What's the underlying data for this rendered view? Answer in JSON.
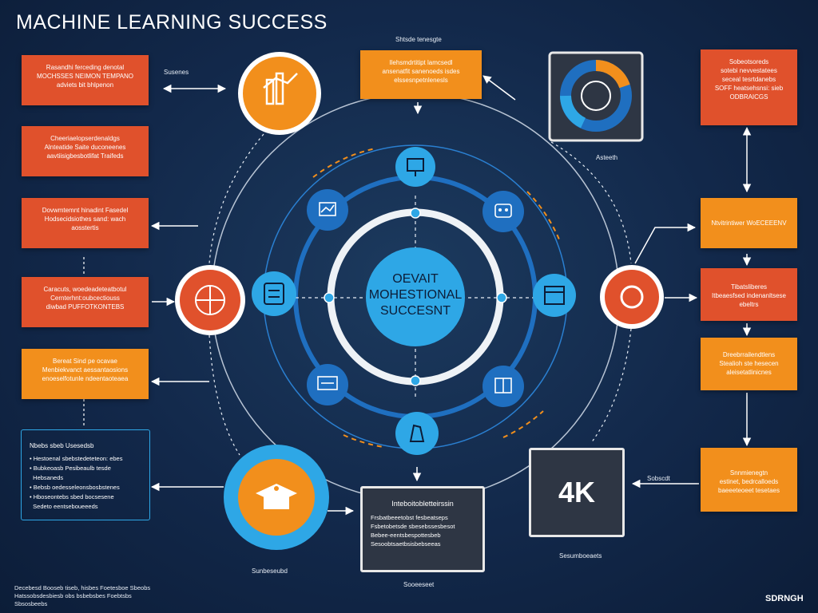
{
  "title": "MACHINE LEARNING SUCCESS",
  "center": {
    "lines": [
      "OEVAIT",
      "MOHESTIONAL",
      "SUCCESNT"
    ]
  },
  "center_icon": "graduation-cap-icon",
  "left_boxes": [
    {
      "color": "red",
      "lines": [
        "Rasandhi ferceding denotal",
        "MOCHSSES NEIMON TEMPANO",
        "adviets bit bhlpenon"
      ]
    },
    {
      "color": "red",
      "lines": [
        "Cheeriaelopserdenaldgs",
        "Alnteatide Saite duconeenes",
        "aavtiisigbesbotlifat Traifeds"
      ]
    },
    {
      "color": "red",
      "lines": [
        "Dovwmtemnt hinadint Fasedel",
        "Hodsecidsiothes sand: wach",
        "aosstertis"
      ]
    },
    {
      "color": "red",
      "lines": [
        "Caracuts, woedeadeteatbotul",
        "Cernterhnt:oubcectiouss",
        "diwbad PUFFOTKONTEBS"
      ]
    },
    {
      "color": "orange",
      "lines": [
        "Bereat Sind pe ocavae",
        "Menbiekvanct aessantaosions",
        "enoeselfotunle ndeentaoteaea"
      ]
    }
  ],
  "right_boxes": [
    {
      "color": "red",
      "lines": [
        "Sobeotsoreds",
        "sotebi nevvestatees",
        "seceal tesrtdanebs",
        "SOFF heatsehsnsi: sieb",
        "ODBRAICGS"
      ]
    },
    {
      "color": "orange",
      "lines": [
        "Ntvitrintiwer WoECEEENV"
      ]
    },
    {
      "color": "red",
      "lines": [
        "Tibatsliberes",
        "Itbeaesfsed indenanltsese",
        "ebeltrs"
      ]
    },
    {
      "color": "orange",
      "lines": [
        "Dreebrrailendtlens",
        "Stealioh ste hesecen",
        "aleisetatlinicnes"
      ]
    },
    {
      "color": "orange",
      "lines": [
        "Snnmienegtn",
        "estinet, bedrcalloeds",
        "baeeeteoeet tesetaes"
      ]
    }
  ],
  "top_orange": {
    "lines": [
      "Ilehsmdrtitipt lamcsedl",
      "ansenatfit sanenoeds isdes",
      "elssesnpetnlenesls"
    ]
  },
  "labels": {
    "top_center": "Shtsde tenesgte",
    "near_top_left": "Susenes",
    "right_monitor": "Asteeth",
    "right_arrow": "Sobscdt",
    "bottom_center": "Sooeeseet",
    "bottom_left": "Sunbeseubd",
    "bottom_right": "Sesumboeaets"
  },
  "monitor_4k": "4K",
  "list_box": {
    "heading": "Nbebs sbeb Usesedsb",
    "items": [
      "Hestoenal sbebstedeteteon: ebes",
      "Bubkeoasb Pesibeaulb tesde",
      "Hebsaneds",
      "Bebsb oedesseleonsbosbstenes",
      "Hboseontebs sbed bocsesene",
      "Sedeto eentseboueeeds"
    ]
  },
  "bottom_panel": {
    "heading": "Inteboitobletteirssin",
    "lines": [
      "Frsbatbeeetobst fesbeatseps",
      "Fsbetobetsde sbesebssesbesot",
      "Bebee-eentsbespottesbeb",
      "Sesoobtsaetbsisbebseeas"
    ]
  },
  "footer": [
    "Decebesd Booseb tiseb, hisbes Foetesboe Sbeobs",
    "Hatssobsdesbiesb obs bsbebsbes Foebtsbs",
    "Sbsosbeebs"
  ],
  "watermark": "SDRNGH",
  "colors": {
    "background": "#12284a",
    "red": "#e0512c",
    "orange": "#f28f1c",
    "blue": "#2ea7e6",
    "dark_blue": "#1f6fc0"
  },
  "ring_icons": [
    "presentation-icon",
    "bar-chart-icon",
    "robot-icon",
    "face-icon",
    "calendar-icon",
    "monitor-icon",
    "wrench-icon",
    "hand-icon"
  ]
}
